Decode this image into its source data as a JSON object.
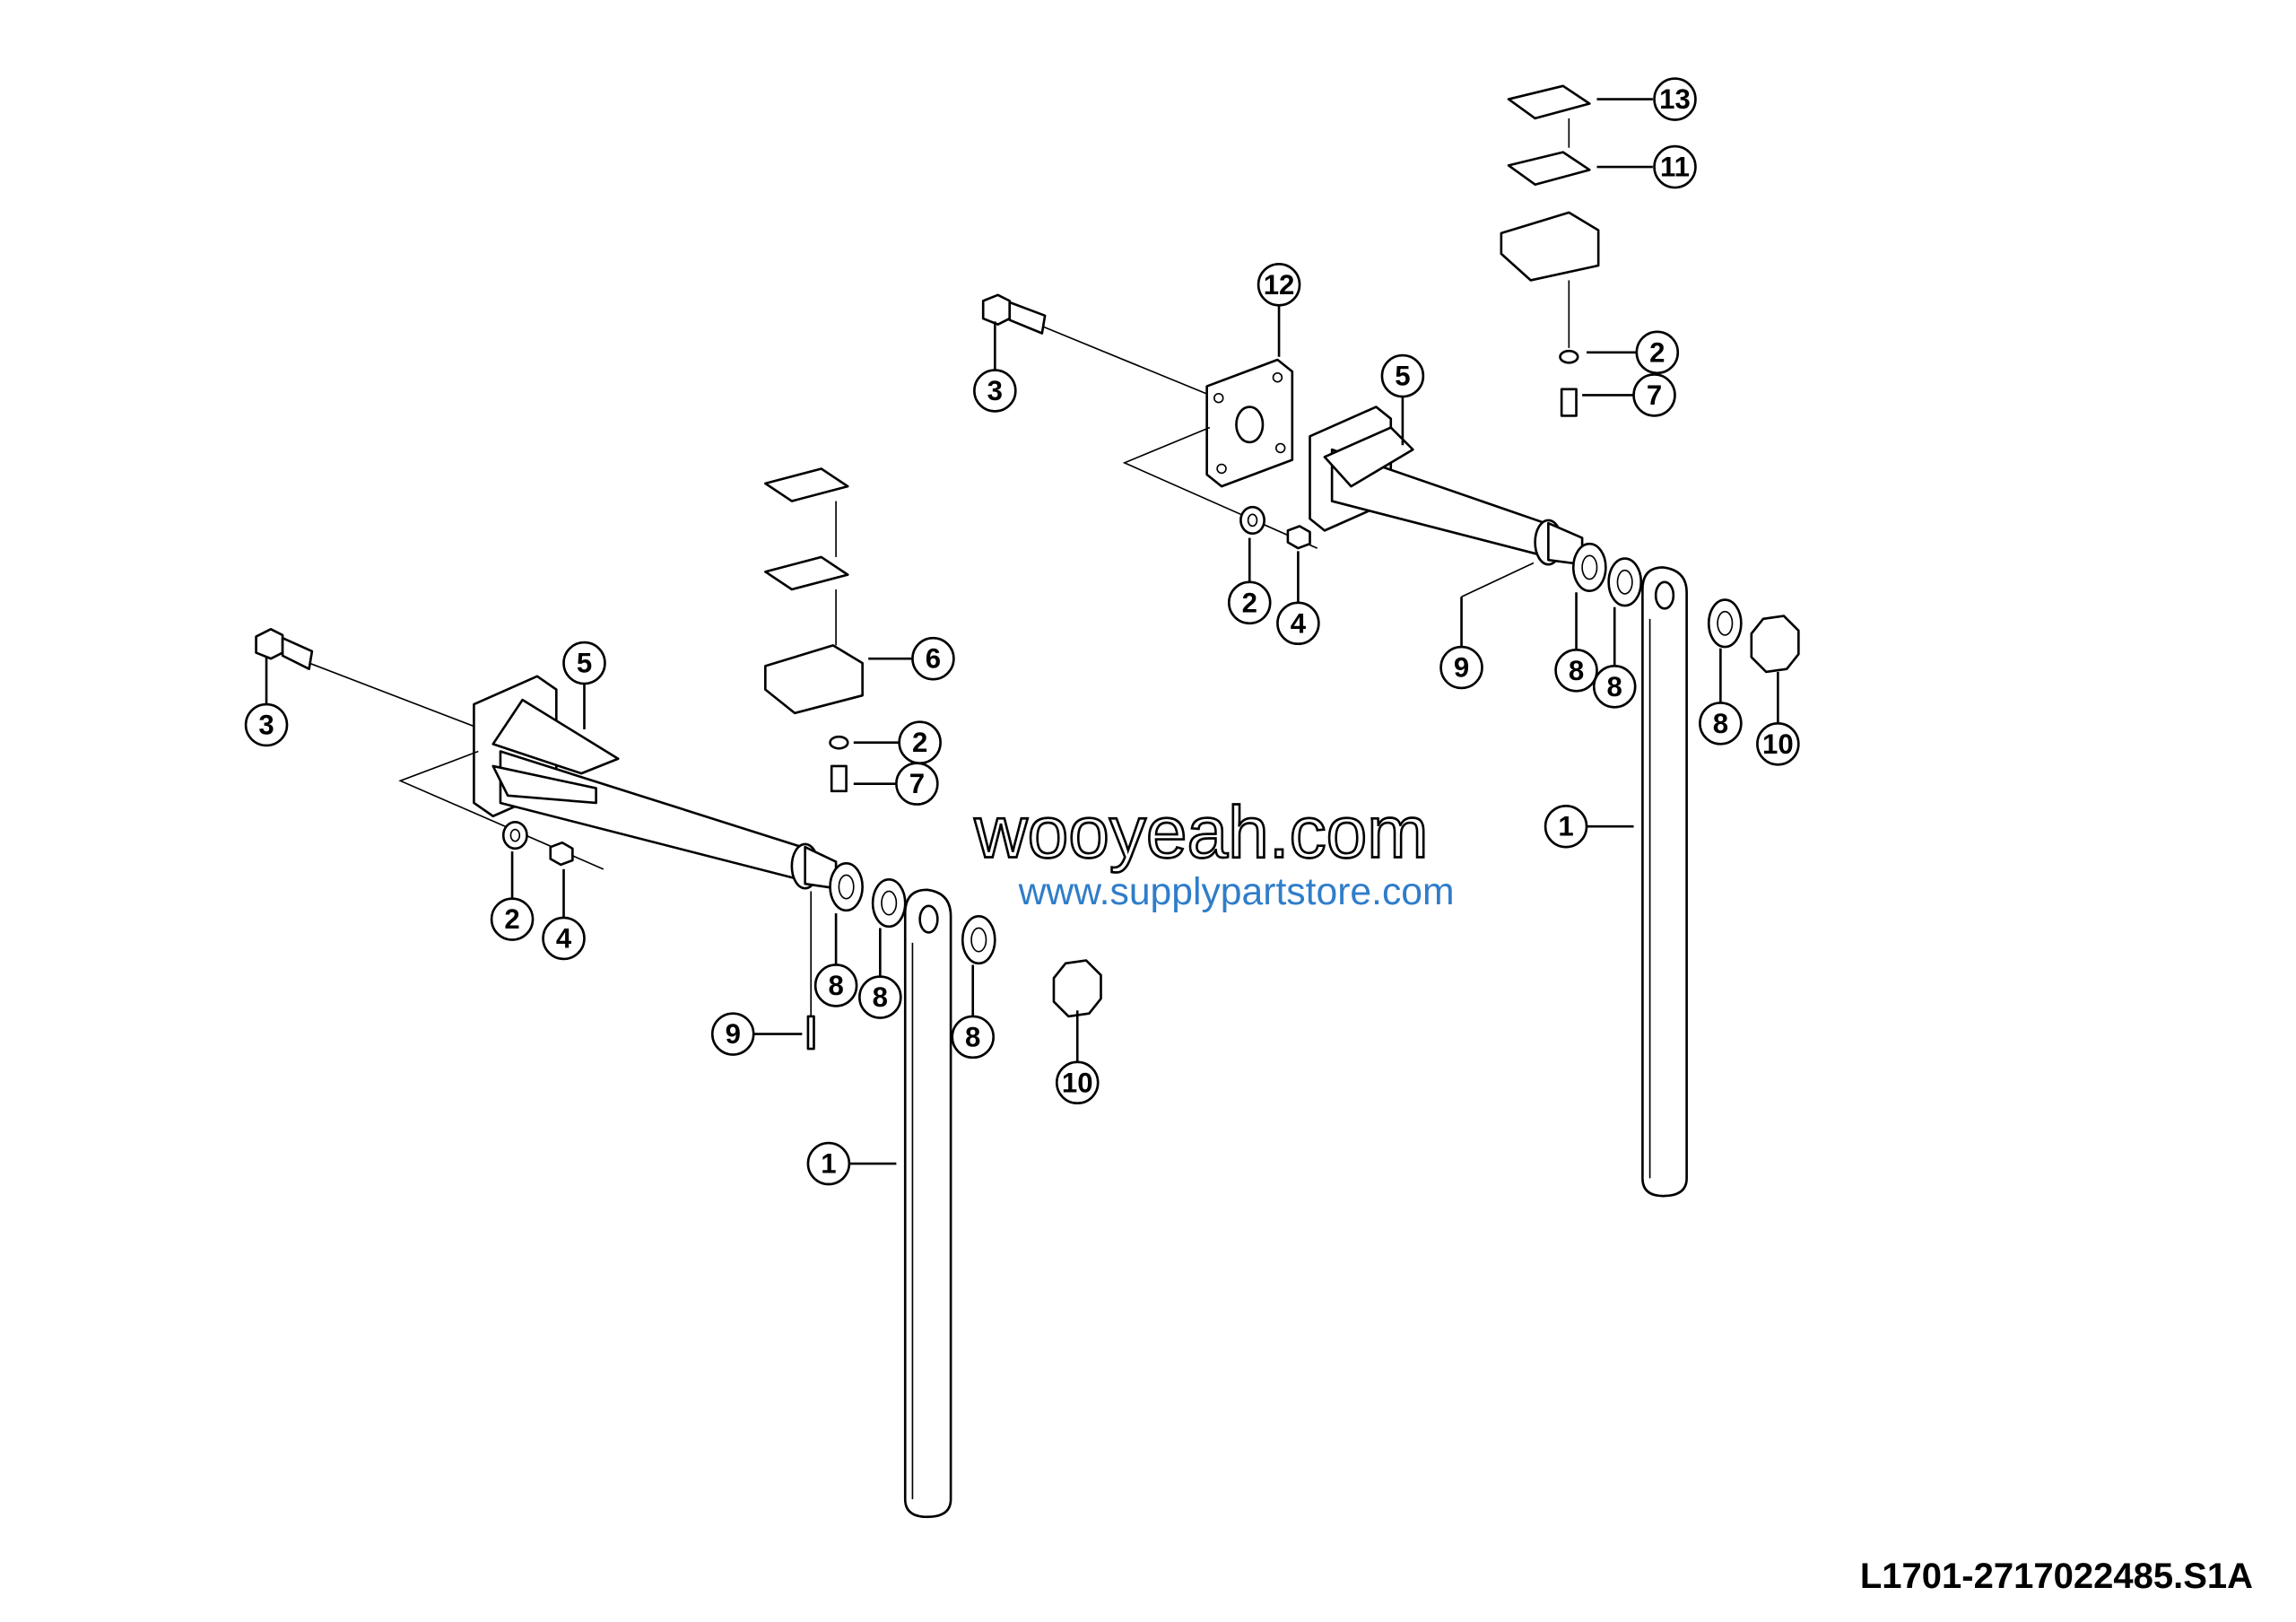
{
  "diagram_code": "L1701-2717022485.S1A",
  "watermarks": {
    "outline": "wooyeah.com",
    "overlay": "www.supplypartstore.com"
  },
  "callouts": {
    "c13": "13",
    "c11": "11",
    "c12": "12",
    "r3": "3",
    "r5": "5",
    "r2a": "2",
    "r7": "7",
    "r2b": "2",
    "r4": "4",
    "r9": "9",
    "r8a": "8",
    "r8b": "8",
    "r8c": "8",
    "r10": "10",
    "r1": "1",
    "l6": "6",
    "l5": "5",
    "l3": "3",
    "l2a": "2",
    "l7": "7",
    "l2b": "2",
    "l4": "4",
    "l8a": "8",
    "l8b": "8",
    "l8c": "8",
    "l10": "10",
    "l9": "9",
    "l1": "1"
  }
}
